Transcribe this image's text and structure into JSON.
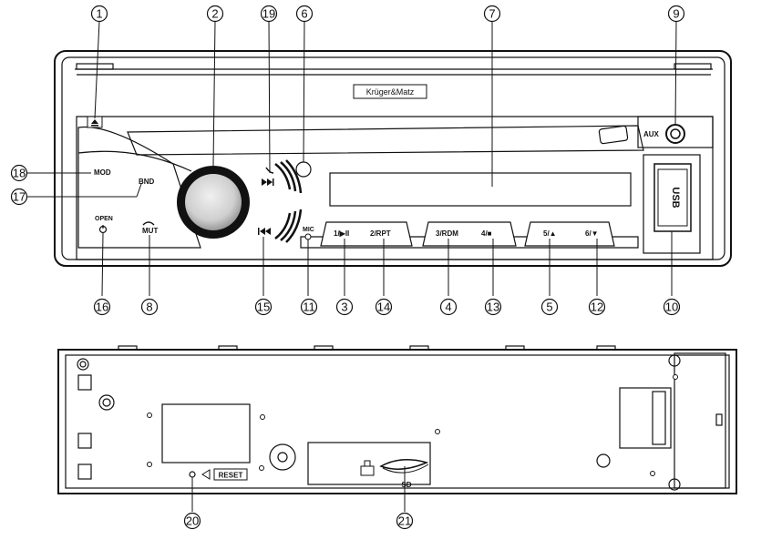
{
  "front_panel": {
    "brand_logo": "Krüger&Matz",
    "button_labels": {
      "mod": "MOD",
      "bnd": "BND",
      "open": "OPEN",
      "mut": "MUT",
      "mic": "MIC",
      "aux": "AUX",
      "usb": "USB",
      "preset1": "1/▶II",
      "preset2": "2/RPT",
      "preset3": "3/RDM",
      "preset4": "4/■",
      "preset5": "5/▲",
      "preset6": "6/▼"
    }
  },
  "back_panel": {
    "reset_label": "RESET",
    "sd_label": "SD"
  },
  "callouts": {
    "c1": "1",
    "c2": "2",
    "c3": "3",
    "c4": "4",
    "c5": "5",
    "c6": "6",
    "c7": "7",
    "c8": "8",
    "c9": "9",
    "c10": "10",
    "c11": "11",
    "c12": "12",
    "c13": "13",
    "c14": "14",
    "c15": "15",
    "c16": "16",
    "c17": "17",
    "c18": "18",
    "c19": "19",
    "c20": "20",
    "c21": "21"
  },
  "colors": {
    "line": "#111111",
    "knob_outer": "#111111",
    "knob_inner": "#d8d8d8",
    "background": "#ffffff"
  },
  "icons": [
    "eject-icon",
    "power-icon",
    "phone-hangup-icon",
    "next-track-icon",
    "prev-track-icon",
    "phone-answer-icon",
    "sd-lock-icon"
  ]
}
